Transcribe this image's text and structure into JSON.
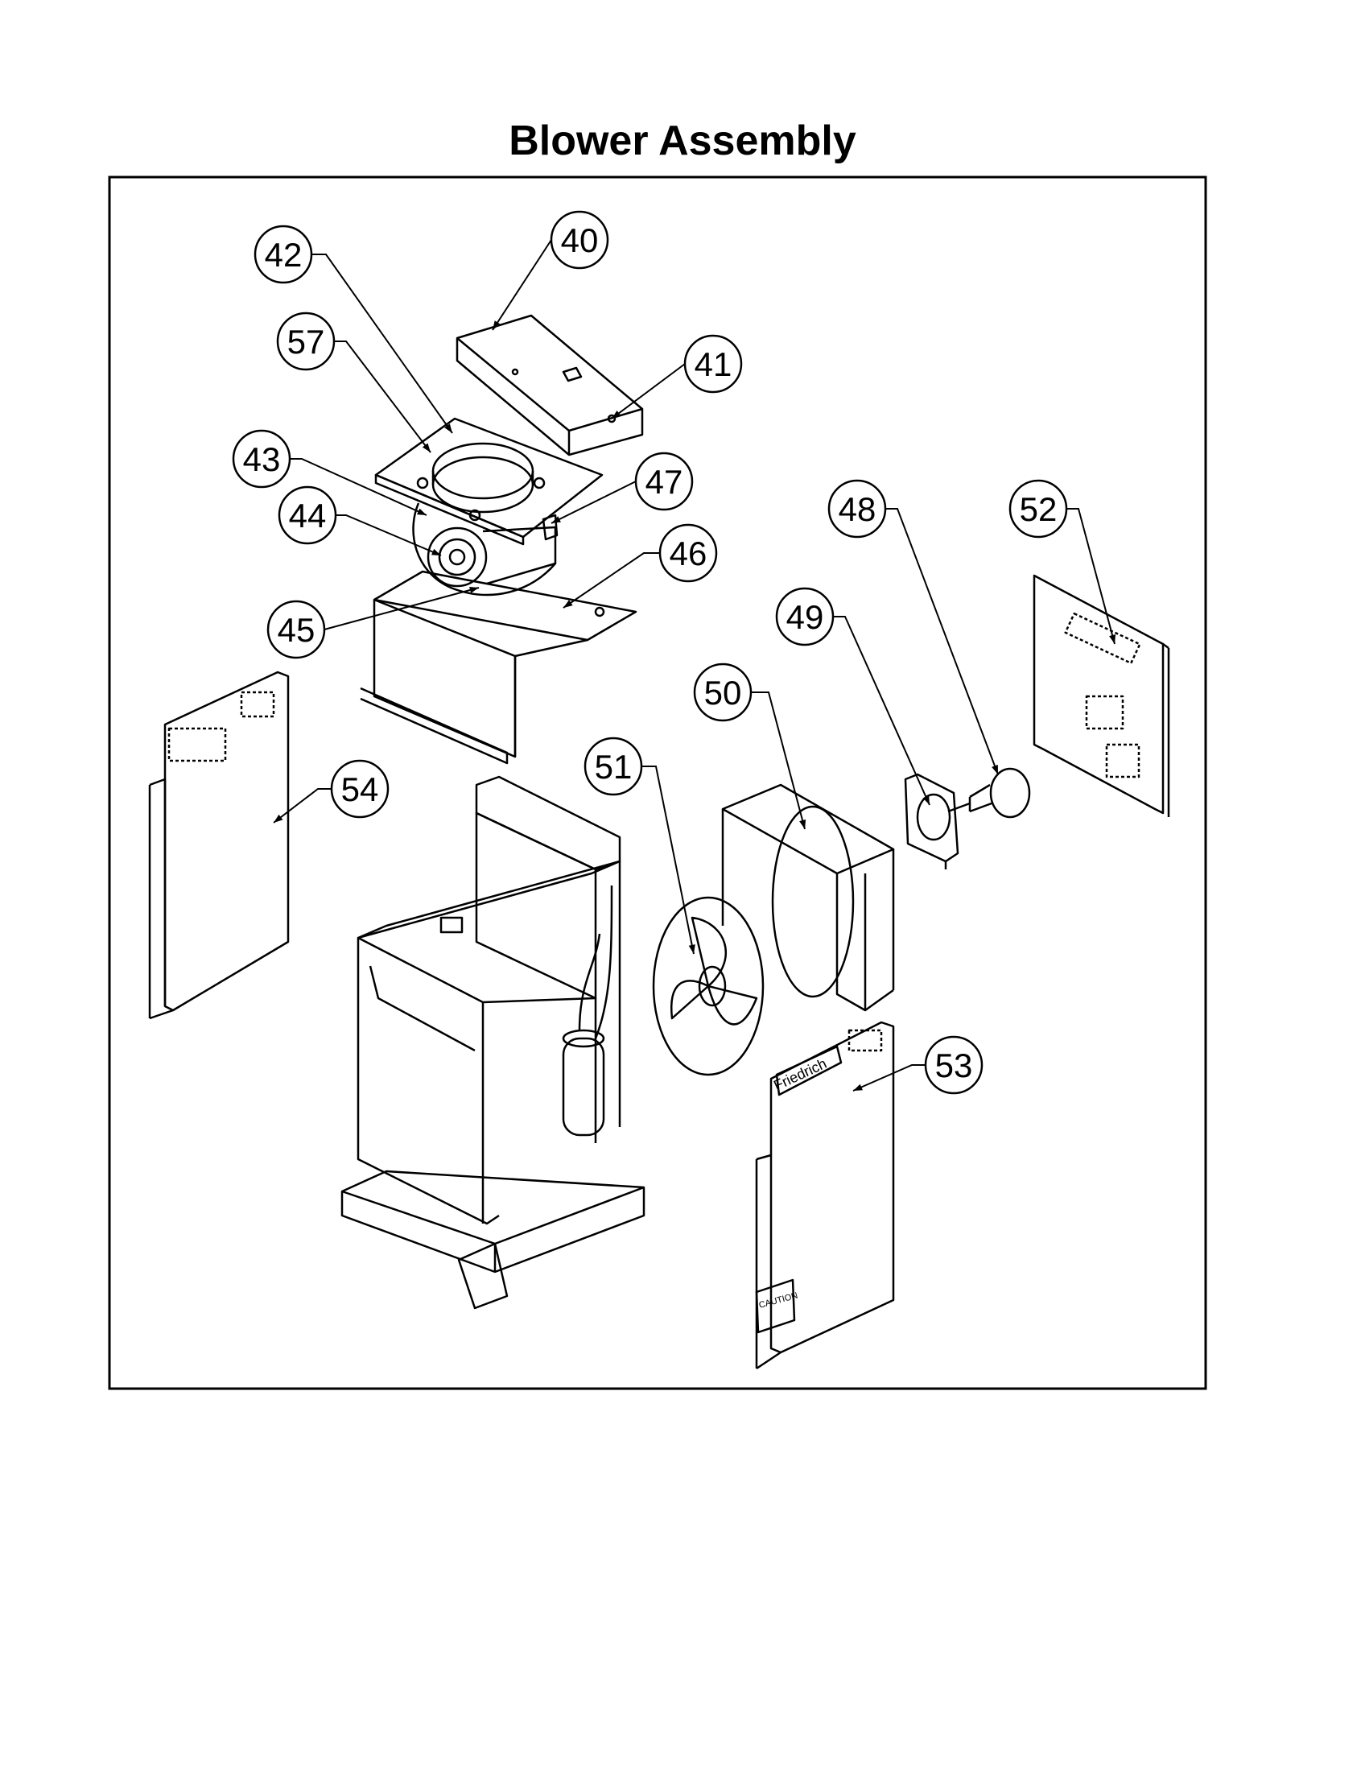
{
  "title": "Blower Assembly",
  "parts": [
    "40",
    "41",
    "42",
    "43",
    "44",
    "45",
    "46",
    "47",
    "48",
    "49",
    "50",
    "51",
    "52",
    "53",
    "54",
    "57"
  ],
  "panel_labels": {
    "brand": "Friedrich",
    "caution": "CAUTION"
  }
}
